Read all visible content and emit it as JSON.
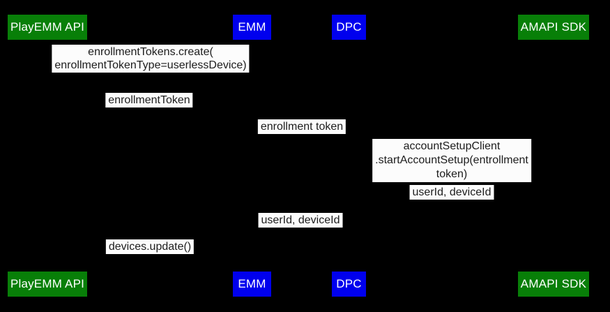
{
  "diagram": {
    "type": "sequence-diagram",
    "background_color": "#000000",
    "label_background_color": "#fcfcfc",
    "label_text_color": "#1c1c1c",
    "actor_text_color": "#ffffff",
    "actor_green_color": "#087f08",
    "actor_blue_color": "#0000ee",
    "actors": [
      {
        "label": "PlayEMM API",
        "color": "#087f08"
      },
      {
        "label": "EMM",
        "color": "#0000ee"
      },
      {
        "label": "DPC",
        "color": "#0000ee"
      },
      {
        "label": "AMAPI SDK",
        "color": "#087f08"
      }
    ],
    "messages": [
      {
        "text": "enrollmentTokens.create(\nenrollmentTokenType=userlessDevice)"
      },
      {
        "text": "enrollmentToken"
      },
      {
        "text": "enrollment token"
      },
      {
        "text": "accountSetupClient\n.startAccountSetup(entrollment token)"
      },
      {
        "text": "userId, deviceId"
      },
      {
        "text": "userId, deviceId"
      },
      {
        "text": "devices.update()"
      }
    ]
  }
}
